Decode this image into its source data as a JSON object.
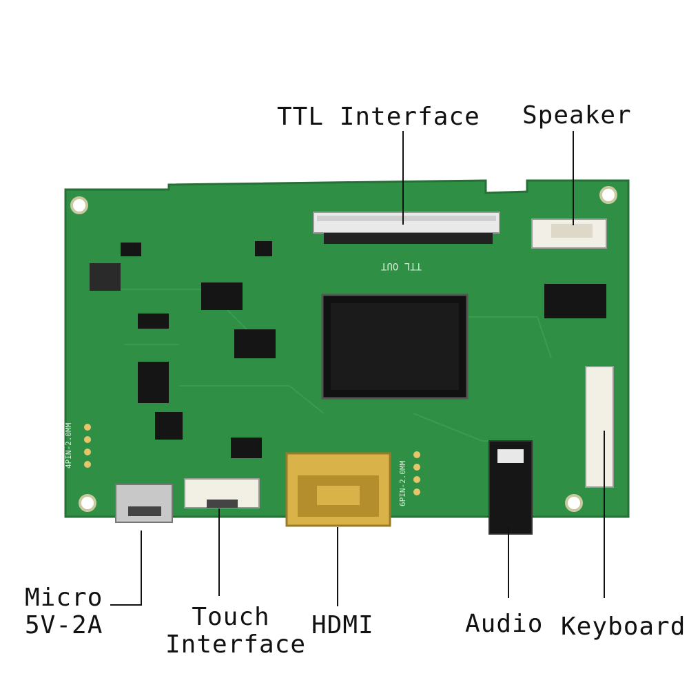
{
  "labels": {
    "ttl": "TTL Interface",
    "speaker": "Speaker",
    "micro_line1": "Micro",
    "micro_line2": "5V-2A",
    "touch_line1": "Touch",
    "touch_line2": "Interface",
    "hdmi": "HDMI",
    "audio": "Audio",
    "keyboard": "Keyboard"
  },
  "board_silkscreen": {
    "ttl_out": "TTL OUT",
    "fpc_labels": [
      "4PIN-2.0MM",
      "6PIN-2.0MM"
    ]
  },
  "colors": {
    "pcb": "#2f8f45",
    "pcb_dark": "#1f6b33",
    "gold": "#d9b24a",
    "chip": "#1a1a1a"
  }
}
